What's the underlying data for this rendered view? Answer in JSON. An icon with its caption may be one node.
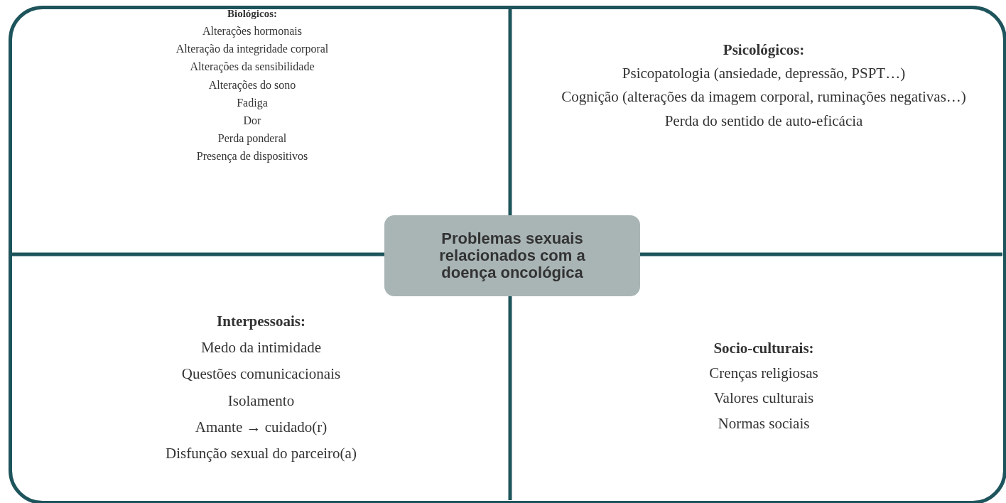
{
  "diagram": {
    "nodes": [
      {
        "text": [
          "Biológicos:",
          "Alterações hormonais",
          "Alteração da integridade corporal",
          "Alterações da sensibilidade",
          "Alterações do sono",
          "Fadiga",
          "Dor",
          "Perda ponderal",
          "Presença de dispositivos"
        ]
      },
      {
        "text": [
          "Psicológicos:",
          "Psicopatologia (ansiedade, depressão, PSPT…)",
          "Cognição (alterações da imagem corporal, ruminações negativas…)",
          "Perda do sentido de auto-eficácia"
        ]
      },
      {
        "text": [
          "Problemas sexuais relacionados com a doença oncológica"
        ]
      },
      {
        "text": [
          "Interpessoais:",
          "Medo da intimidade",
          "Questões comunicacionais",
          "Isolamento",
          "Amante → cuidado(r)",
          "Disfunção sexual do parceiro(a)"
        ]
      },
      {
        "text": [
          "Socio-culturais:",
          "Crenças religiosas",
          "Valores culturais",
          "Normas sociais"
        ]
      }
    ],
    "edges": []
  }
}
